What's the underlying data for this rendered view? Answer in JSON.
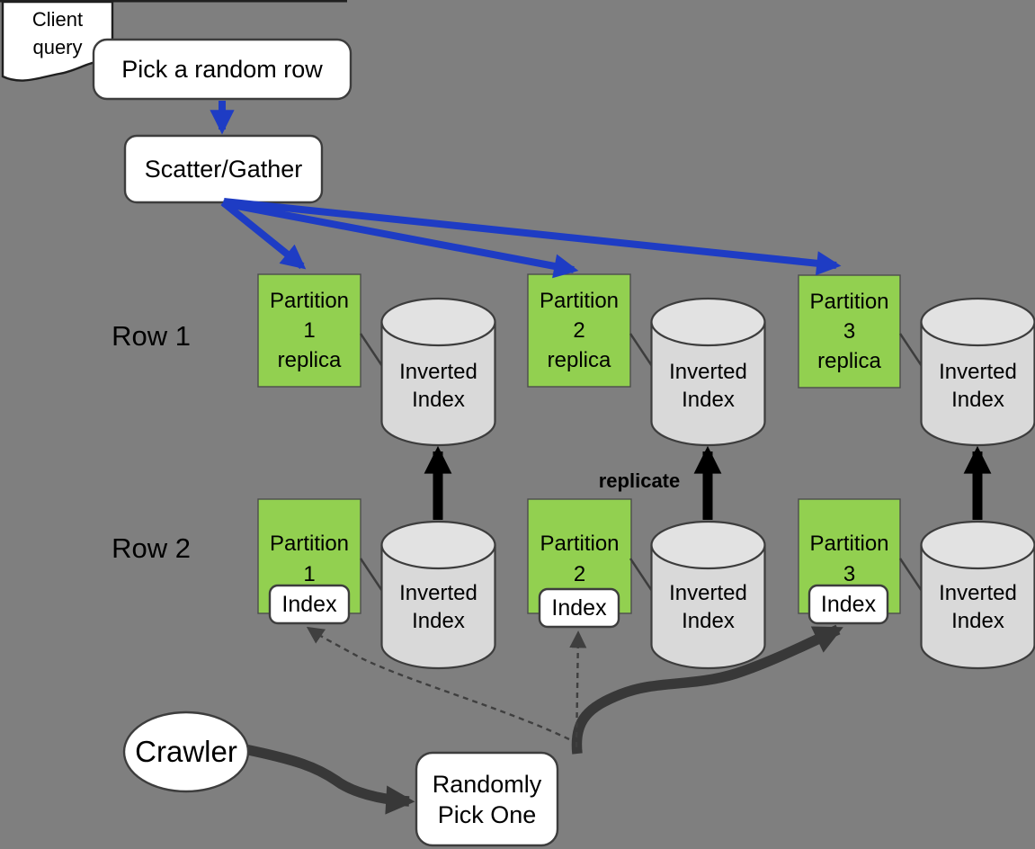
{
  "colors": {
    "background": "#7f7f7f",
    "partition_green": "#92d050",
    "cylinder_gray": "#d9d9d9",
    "cylinder_top_gray": "#e2e2e2",
    "arrow_blue": "#1e3cc4",
    "arrow_black": "#000000",
    "arrow_dark_gray": "#383838",
    "shape_white": "#ffffff"
  },
  "flow": {
    "client_query": {
      "line1": "Client",
      "line2": "query"
    },
    "pick_random_row": "Pick a random row",
    "scatter_gather": "Scatter/Gather"
  },
  "row1": {
    "label": "Row 1",
    "partitions": [
      {
        "line1": "Partition",
        "line2": "1",
        "line3": "replica"
      },
      {
        "line1": "Partition",
        "line2": "2",
        "line3": "replica"
      },
      {
        "line1": "Partition",
        "line2": "3",
        "line3": "replica"
      }
    ]
  },
  "row2": {
    "label": "Row 2",
    "partitions": [
      {
        "line1": "Partition",
        "line2": "1",
        "index": "Index"
      },
      {
        "line1": "Partition",
        "line2": "2",
        "index": "Index"
      },
      {
        "line1": "Partition",
        "line2": "3",
        "index": "Index"
      }
    ]
  },
  "cylinder": {
    "line1": "Inverted",
    "line2": "Index"
  },
  "annotations": {
    "replicate": "replicate"
  },
  "bottom": {
    "crawler": "Crawler",
    "randomly_pick_one": {
      "line1": "Randomly",
      "line2": "Pick One"
    }
  }
}
